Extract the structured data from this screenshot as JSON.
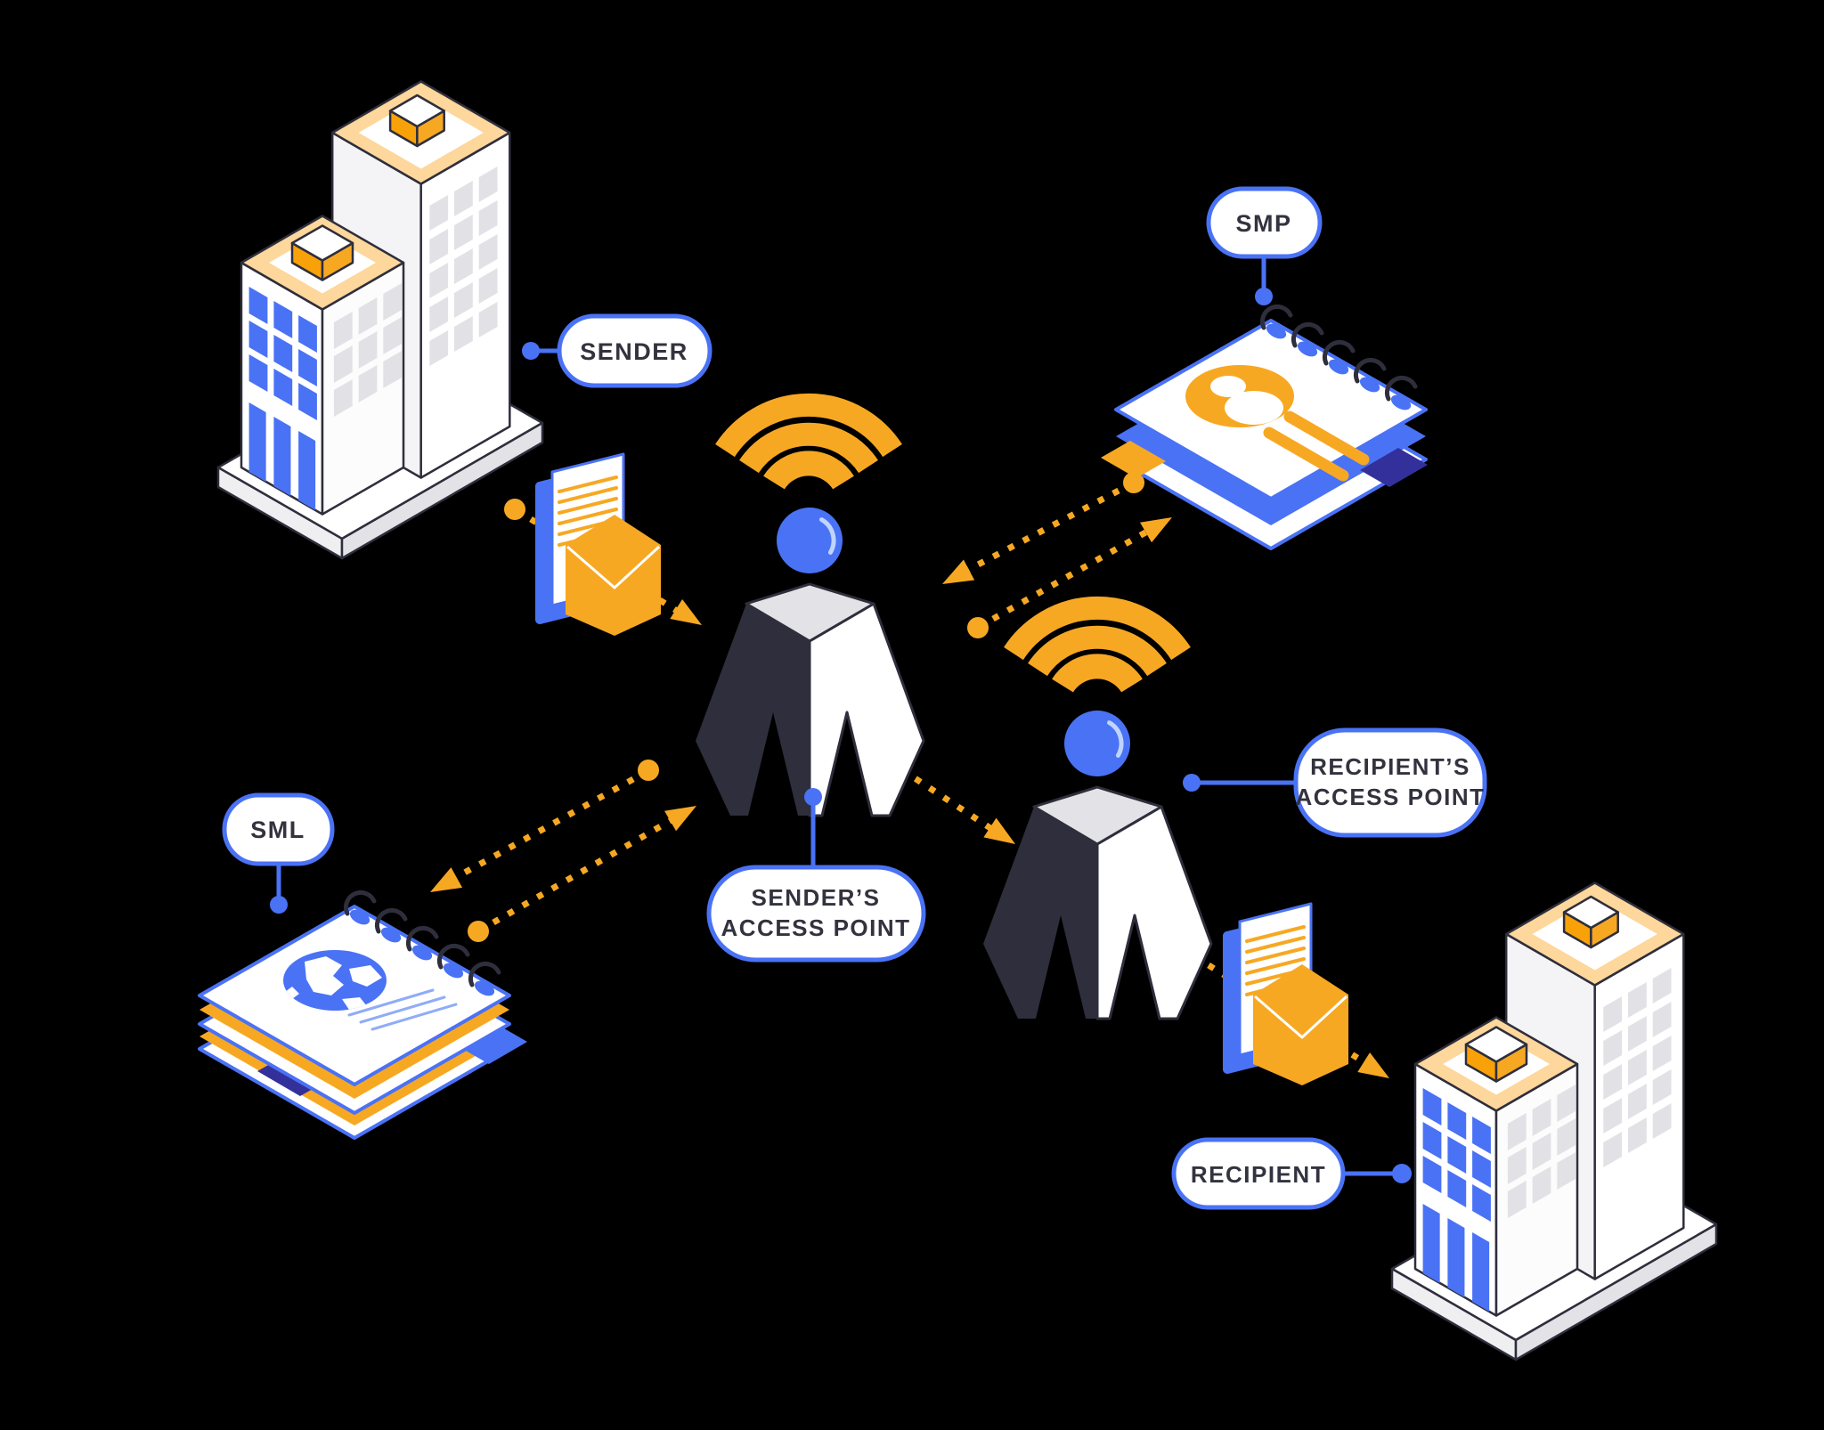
{
  "diagram": {
    "labels": {
      "sender": "SENDER",
      "smp": "SMP",
      "sml": "SML",
      "recipient": "RECIPIENT",
      "sender_access_point": {
        "line1": "SENDER’S",
        "line2": "ACCESS POINT"
      },
      "recipient_access_point": {
        "line1": "RECIPIENT’S",
        "line2": "ACCESS POINT"
      }
    },
    "connections": [
      {
        "from": "sender",
        "to": "sender-access-point",
        "style": "dashed-arrow"
      },
      {
        "from": "sender-access-point",
        "to": "smp",
        "style": "dashed-bidirectional"
      },
      {
        "from": "sender-access-point",
        "to": "sml",
        "style": "dashed-bidirectional"
      },
      {
        "from": "sender-access-point",
        "to": "recipient-access-point",
        "style": "dashed-arrow"
      },
      {
        "from": "recipient-access-point",
        "to": "recipient",
        "style": "dashed-arrow"
      }
    ],
    "icons": {
      "sender": "building-icon",
      "recipient": "building-icon",
      "smp": "contact-notebook-icon",
      "sml": "globe-notebook-icon",
      "sender_access_point": "person-wifi-icon",
      "recipient_access_point": "person-wifi-icon",
      "message": "mail-document-icon"
    },
    "colors": {
      "background": "#000000",
      "accent_orange": "#f7a823",
      "roof_light_orange": "#fdd79b",
      "cap_orange": "#f9a109",
      "accent_blue": "#4a72f5",
      "indigo_tab": "#33309b",
      "outline_dark": "#2e2e3c",
      "pill_border": "#4a72f5",
      "pill_text": "#33333f",
      "window_gray": "#e2e2e6"
    }
  }
}
